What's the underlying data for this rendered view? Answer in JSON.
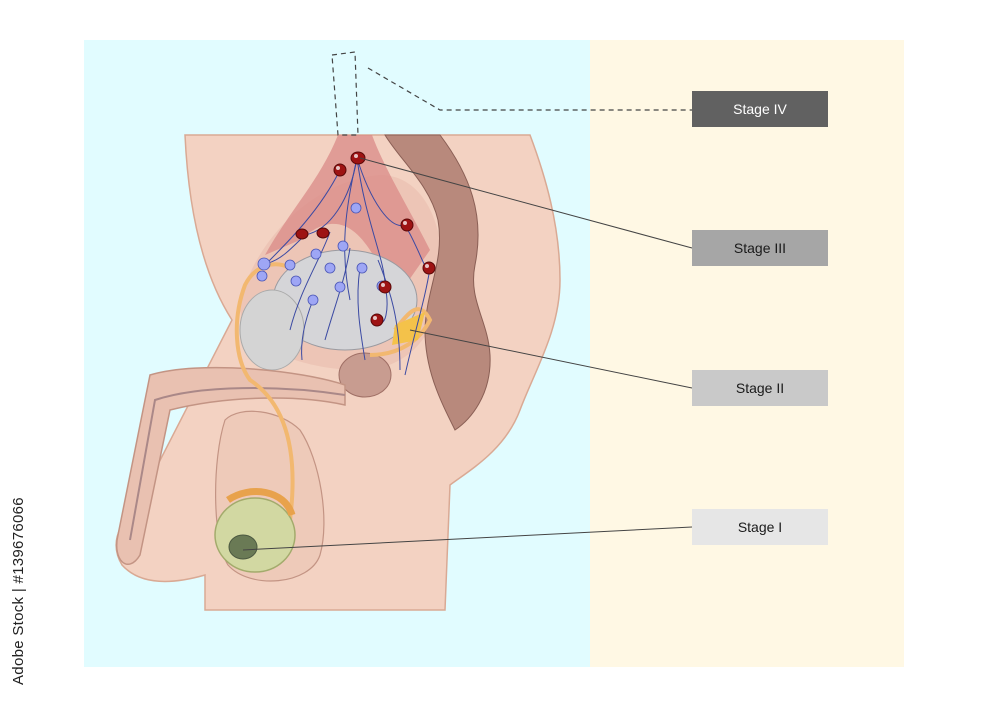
{
  "labels": {
    "stage_4": "Stage IV",
    "stage_3": "Stage III",
    "stage_2": "Stage II",
    "stage_1": "Stage I"
  },
  "watermark_text": "Adobe Stock | #139676066",
  "colors": {
    "left_panel": "#e1fcff",
    "right_panel": "#fff8e4",
    "stage_4_fill": "#616161",
    "stage_3_fill": "#a6a6a6",
    "stage_2_fill": "#c9c9c9",
    "stage_1_fill": "#e6e6e6",
    "skin": "#f3d2c2",
    "lymph_node_red": "#9e1313",
    "lymph_node_blue": "#9ea6f5",
    "lymph_vessel": "#3b4aa3",
    "vas_deferens": "#f2b870"
  }
}
